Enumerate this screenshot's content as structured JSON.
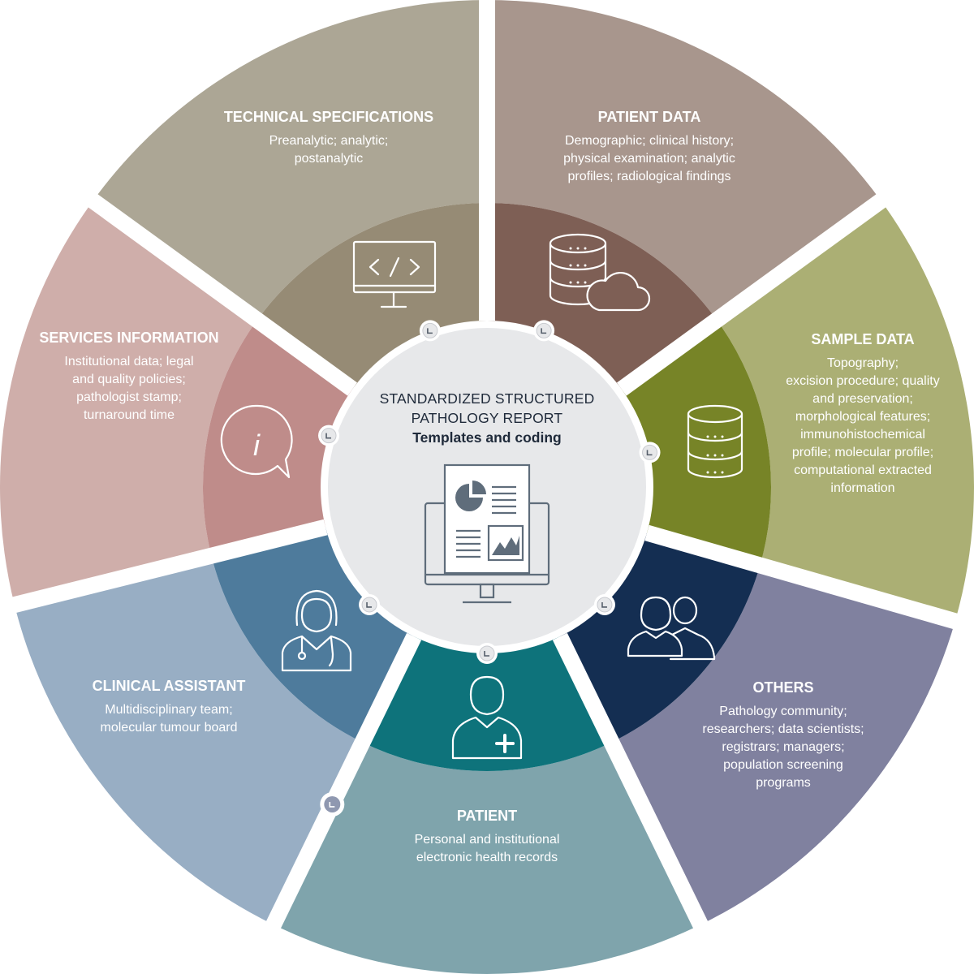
{
  "center": {
    "title_lines": [
      "STANDARDIZED STRUCTURED",
      "PATHOLOGY REPORT"
    ],
    "subtitle": "Templates and coding",
    "icon": "report-monitor-icon"
  },
  "segments": [
    {
      "id": "technical-specifications",
      "title": "TECHNICAL SPECIFICATIONS",
      "desc": [
        "Preanalytic; analytic;",
        "postanalytic"
      ],
      "outer_color": "#aca695",
      "inner_color": "#968b75",
      "icon": "code-monitor-icon"
    },
    {
      "id": "patient-data",
      "title": "PATIENT DATA",
      "desc": [
        "Demographic; clinical history;",
        "physical examination; analytic",
        "profiles; radiological findings"
      ],
      "outer_color": "#a8968d",
      "inner_color": "#7e5f55",
      "icon": "database-cloud-icon"
    },
    {
      "id": "sample-data",
      "title": "SAMPLE DATA",
      "desc": [
        "Topography;",
        "excision procedure; quality",
        "and preservation;",
        "morphological features;",
        "immunohistochemical",
        "profile; molecular profile;",
        "computational extracted",
        "information"
      ],
      "outer_color": "#abaf74",
      "inner_color": "#778427",
      "icon": "database-icon"
    },
    {
      "id": "others",
      "title": "OTHERS",
      "desc": [
        "Pathology community;",
        "researchers; data scientists;",
        "registrars; managers;",
        "population screening",
        "programs"
      ],
      "outer_color": "#80819f",
      "inner_color": "#142e52",
      "icon": "people-group-icon"
    },
    {
      "id": "patient",
      "title": "PATIENT",
      "desc": [
        "Personal and institutional",
        "electronic health records"
      ],
      "outer_color": "#7fa4ac",
      "inner_color": "#0e737b",
      "icon": "patient-plus-icon"
    },
    {
      "id": "clinical-assistant",
      "title": "CLINICAL ASSISTANT",
      "desc": [
        "Multidisciplinary team;",
        "molecular tumour board"
      ],
      "outer_color": "#98aec4",
      "inner_color": "#4e7b9c",
      "icon": "doctor-stethoscope-icon"
    },
    {
      "id": "services-information",
      "title": "SERVICES INFORMATION",
      "desc": [
        "Institutional data; legal",
        "and quality policies;",
        "pathologist stamp;",
        "turnaround time"
      ],
      "outer_color": "#cfaeaa",
      "inner_color": "#bf8c8a",
      "icon": "info-speech-bubble-icon"
    }
  ]
}
